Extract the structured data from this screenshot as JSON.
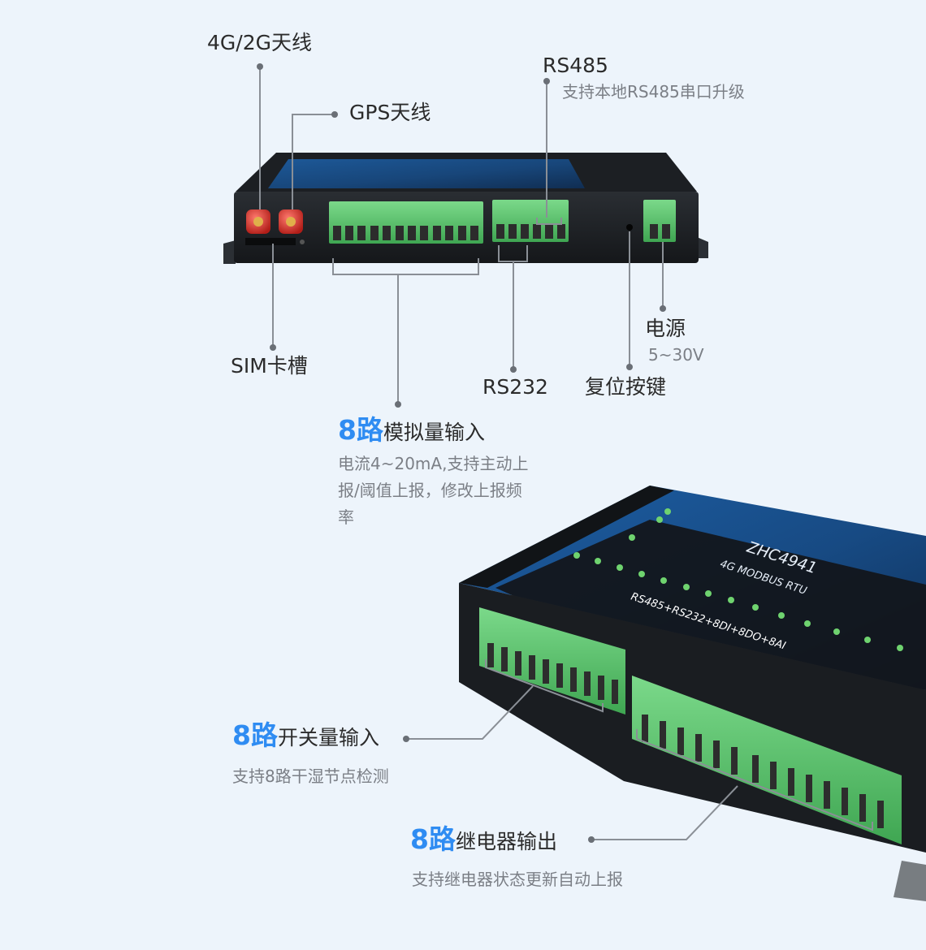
{
  "top_device": {
    "callouts": {
      "antenna_4g": "4G/2G天线",
      "antenna_gps": "GPS天线",
      "rs485": {
        "title": "RS485",
        "desc": "支持本地RS485串口升级"
      },
      "sim": "SIM卡槽",
      "rs232": "RS232",
      "reset": "复位按键",
      "power": {
        "title": "电源",
        "desc": "5~30V"
      },
      "analog": {
        "count": "8路",
        "title": "模拟量输入",
        "desc": "电流4~20mA,支持主动上报/阈值上报，修改上报频率"
      }
    }
  },
  "bottom_device": {
    "model": "ZHC4941",
    "subtitle": "4G MODBUS RTU",
    "spec": "RS485+RS232+8DI+8DO+8AI",
    "callouts": {
      "digital_input": {
        "count": "8路",
        "title": "开关量输入",
        "desc": "支持8路干湿节点检测"
      },
      "relay_output": {
        "count": "8路",
        "title": "继电器输出",
        "desc": "支持继电器状态更新自动上报"
      }
    }
  },
  "colors": {
    "background": "#edf4fb",
    "accent": "#2f8cf2",
    "terminal_green": "#59c36a",
    "device_body": "#1f2226",
    "device_label_blue": "#1d5fa5",
    "callout_line": "#8a8f96"
  }
}
